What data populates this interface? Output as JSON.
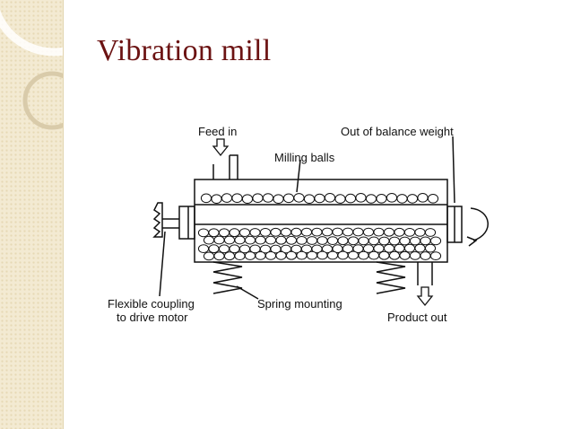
{
  "slide": {
    "title": "Vibration mill"
  },
  "diagram": {
    "labels": {
      "feed_in": "Feed in",
      "out_of_balance_weight": "Out of balance weight",
      "milling_balls": "Milling balls",
      "flexible_coupling_line1": "Flexible coupling",
      "flexible_coupling_line2": "to drive motor",
      "spring_mounting": "Spring mounting",
      "product_out": "Product out"
    }
  },
  "colors": {
    "title": "#6b1212",
    "sidebar": "#f3ead2",
    "line": "#111111"
  }
}
